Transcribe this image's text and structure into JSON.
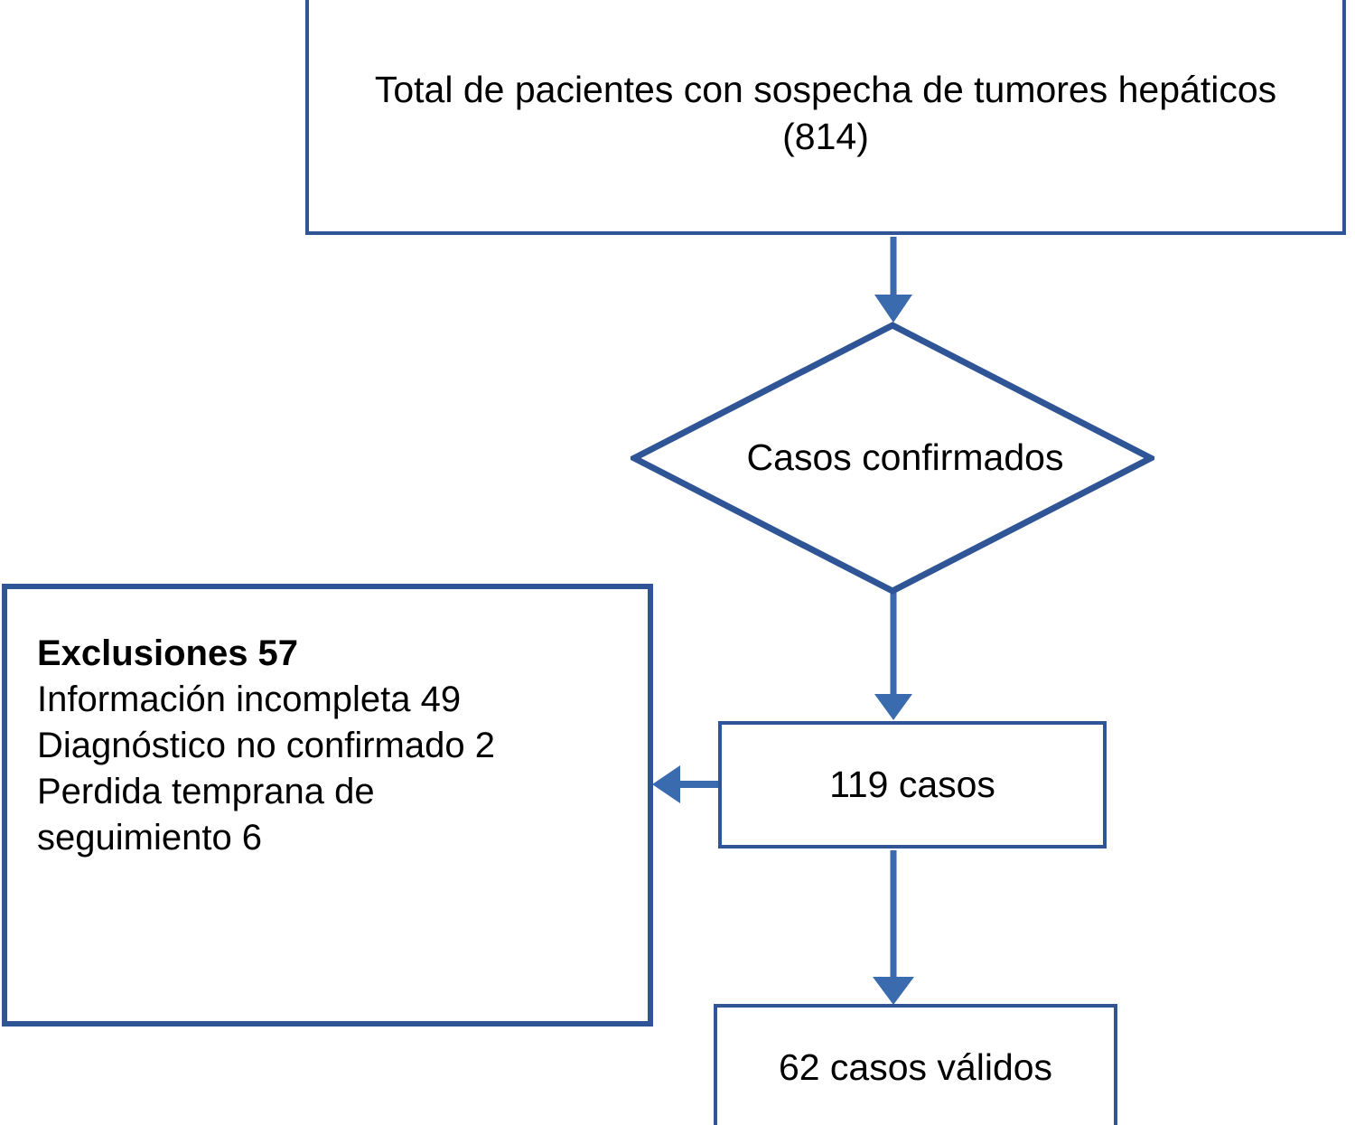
{
  "diagram": {
    "type": "flowchart",
    "language": "es",
    "colors": {
      "box_border": "#2F5597",
      "arrow": "#3A6BAF",
      "background": "#FFFFFF",
      "text": "#000000"
    },
    "nodes": {
      "total_patients": {
        "shape": "rectangle",
        "label": "Total de pacientes con sospecha de tumores hepáticos (814)",
        "count": 814
      },
      "confirmed_cases": {
        "shape": "diamond",
        "label": "Casos confirmados"
      },
      "exclusions": {
        "shape": "rectangle",
        "heading": "Exclusiones 57",
        "total": 57,
        "items": [
          "Información incompleta 49",
          "Diagnóstico no confirmado 2",
          "Perdida temprana de",
          "seguimiento 6"
        ]
      },
      "cases_119": {
        "shape": "rectangle",
        "label": "119 casos",
        "count": 119
      },
      "valid_cases_62": {
        "shape": "rectangle",
        "label": "62 casos válidos",
        "count": 62
      }
    },
    "edges": [
      {
        "from": "total_patients",
        "to": "confirmed_cases",
        "direction": "down"
      },
      {
        "from": "confirmed_cases",
        "to": "cases_119",
        "direction": "down"
      },
      {
        "from": "cases_119",
        "to": "exclusions",
        "direction": "left"
      },
      {
        "from": "cases_119",
        "to": "valid_cases_62",
        "direction": "down"
      }
    ]
  }
}
